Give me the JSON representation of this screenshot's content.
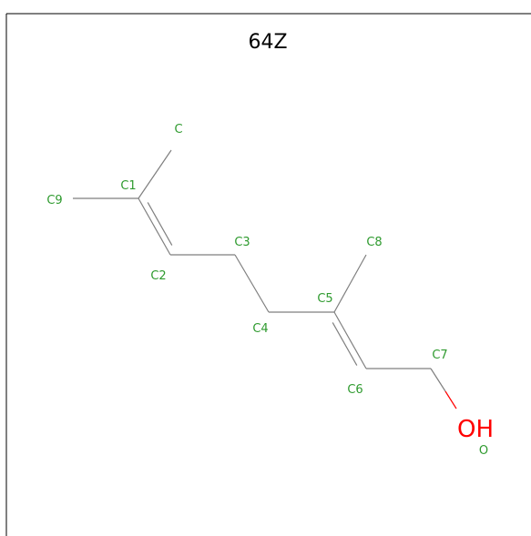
{
  "title": "64Z",
  "colors": {
    "background": "#ffffff",
    "border": "#000000",
    "bond": "#7f7f7f",
    "carbon_label": "#2e9a2e",
    "oxygen_label": "#ff0000",
    "oxygen_bond": "#ff0000"
  },
  "atoms": [
    {
      "id": "C",
      "label": "C"
    },
    {
      "id": "C1",
      "label": "C1"
    },
    {
      "id": "C9",
      "label": "C9"
    },
    {
      "id": "C2",
      "label": "C2"
    },
    {
      "id": "C3",
      "label": "C3"
    },
    {
      "id": "C4",
      "label": "C4"
    },
    {
      "id": "C5",
      "label": "C5"
    },
    {
      "id": "C8",
      "label": "C8"
    },
    {
      "id": "C6",
      "label": "C6"
    },
    {
      "id": "C7",
      "label": "C7"
    },
    {
      "id": "O",
      "label": "O"
    }
  ],
  "hetero_label": "OH",
  "bonds": [
    {
      "from": "C1",
      "to": "C",
      "order": 1
    },
    {
      "from": "C1",
      "to": "C9",
      "order": 1
    },
    {
      "from": "C1",
      "to": "C2",
      "order": 2
    },
    {
      "from": "C2",
      "to": "C3",
      "order": 1
    },
    {
      "from": "C3",
      "to": "C4",
      "order": 1
    },
    {
      "from": "C4",
      "to": "C5",
      "order": 1
    },
    {
      "from": "C5",
      "to": "C8",
      "order": 1
    },
    {
      "from": "C5",
      "to": "C6",
      "order": 2
    },
    {
      "from": "C6",
      "to": "C7",
      "order": 1
    },
    {
      "from": "C7",
      "to": "O",
      "order": 1
    }
  ]
}
